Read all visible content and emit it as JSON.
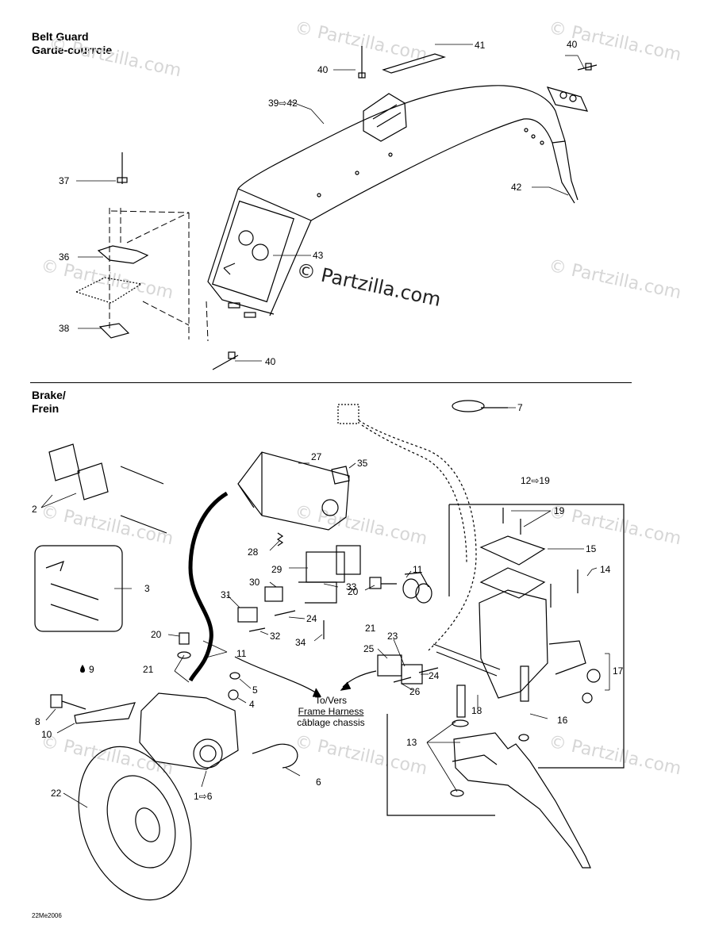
{
  "sections": {
    "belt_guard": {
      "title_en": "Belt Guard",
      "title_fr": "Garde-courroie"
    },
    "brake": {
      "title_en": "Brake/",
      "title_fr": "Frein"
    }
  },
  "watermark": {
    "main": "© Partzilla.com",
    "faint": "© Partzilla.com"
  },
  "harness_note": {
    "line1": "To/Vers",
    "line2": "Frame Harness",
    "line3": "câblage chassis"
  },
  "diagram_code": "22Me2006",
  "callouts": {
    "c41": "41",
    "c40a": "40",
    "c40b": "40",
    "c40c": "40",
    "c39": "39⇨42",
    "c37": "37",
    "c42": "42",
    "c36": "36",
    "c43": "43",
    "c38": "38",
    "c7": "7",
    "c27": "27",
    "c35": "35",
    "c2": "2",
    "c12": "12⇨19",
    "c19": "19",
    "c28": "28",
    "c15": "15",
    "c11a": "11",
    "c14": "14",
    "c29": "29",
    "c3": "3",
    "c30": "30",
    "c33": "33",
    "c31": "31",
    "c24a": "24",
    "c20a": "20",
    "c21a": "21",
    "c32": "32",
    "c34": "34",
    "c23": "23",
    "c17": "17",
    "c20b": "20",
    "c11b": "11",
    "c25": "25",
    "c24b": "24",
    "c9": "9",
    "c21b": "21",
    "c5": "5",
    "c26": "26",
    "c4": "4",
    "c18": "18",
    "c16": "16",
    "c8": "8",
    "c10": "10",
    "c13": "13",
    "c22": "22",
    "c6a": "1⇨6",
    "c6b": "6"
  }
}
